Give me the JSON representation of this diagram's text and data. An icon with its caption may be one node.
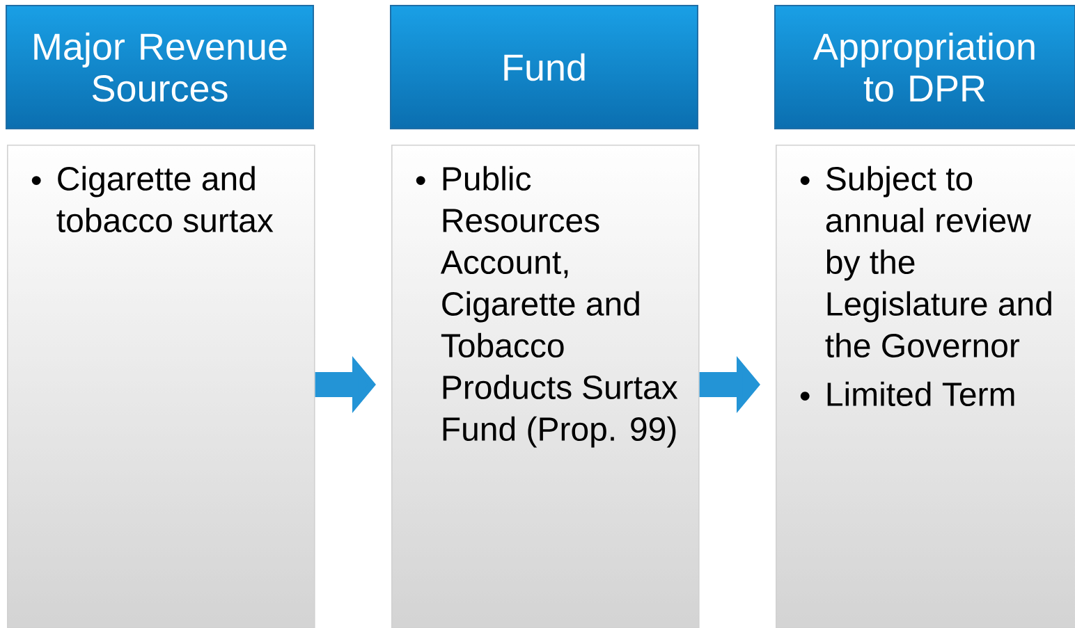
{
  "diagram": {
    "nodes": [
      {
        "text": [
          "Major Revenue Sources"
        ]
      },
      {
        "text": [
          "Cigarette and tobacco surtax"
        ]
      },
      {
        "text": [
          "Fund"
        ]
      },
      {
        "text": [
          "Public Resources Account, Cigarette and Tobacco Products Surtax Fund (Prop. 99)"
        ]
      },
      {
        "text": [
          "Appropriation to DPR"
        ]
      },
      {
        "text": [
          "Subject to annual review by the Legislature and the Governor",
          "Limited Term"
        ]
      }
    ],
    "edges": [
      {
        "from": 1,
        "to": 3,
        "arrow": "to"
      },
      {
        "from": 3,
        "to": 5,
        "arrow": "to"
      }
    ]
  }
}
